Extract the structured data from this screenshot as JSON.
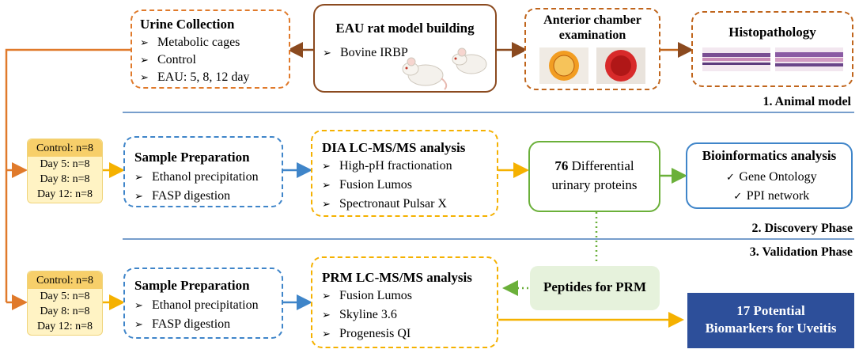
{
  "animal_model": {
    "urine": {
      "title": "Urine Collection",
      "items": [
        "Metabolic cages",
        "Control",
        "EAU: 5, 8, 12 day"
      ]
    },
    "eau": {
      "title": "EAU rat model building",
      "items": [
        "Bovine IRBP"
      ]
    },
    "anterior": {
      "title": "Anterior chamber examination"
    },
    "histo": {
      "title": "Histopathology"
    },
    "phase_label": "1. Animal model"
  },
  "discovery": {
    "groups": [
      "Control: n=8",
      "Day 5: n=8",
      "Day 8: n=8",
      "Day 12: n=8"
    ],
    "sample": {
      "title": "Sample Preparation",
      "items": [
        "Ethanol precipitation",
        "FASP digestion"
      ]
    },
    "dia": {
      "title": "DIA LC-MS/MS analysis",
      "items": [
        "High-pH fractionation",
        "Fusion Lumos",
        "Spectronaut Pulsar X"
      ]
    },
    "diff": {
      "count": "76",
      "line1": "Differential",
      "line2": "urinary proteins"
    },
    "bioinfo": {
      "title": "Bioinformatics analysis",
      "items": [
        "Gene Ontology",
        "PPI network"
      ]
    },
    "phase_label": "2. Discovery  Phase"
  },
  "validation": {
    "phase_label": "3. Validation Phase",
    "groups": [
      "Control: n=8",
      "Day 5: n=8",
      "Day 8: n=8",
      "Day 12: n=8"
    ],
    "sample": {
      "title": "Sample Preparation",
      "items": [
        "Ethanol precipitation",
        "FASP digestion"
      ]
    },
    "prm": {
      "title": "PRM LC-MS/MS analysis",
      "items": [
        "Fusion Lumos",
        "Skyline 3.6",
        "Progenesis QI"
      ]
    },
    "peptides": {
      "label": "Peptides for PRM"
    },
    "result": {
      "line1": "17 Potential",
      "line2": "Biomarkers for Uveitis"
    }
  },
  "glyphs": {
    "arrow_bullet": "➢",
    "check": "✓"
  },
  "colors": {
    "orange": "#e07a2b",
    "brown": "#8b4a1f",
    "blue": "#3f85c9",
    "yellow": "#f5b100",
    "green": "#6bb03a",
    "navy": "#2d4f9a",
    "divider": "#4a7ebb"
  }
}
